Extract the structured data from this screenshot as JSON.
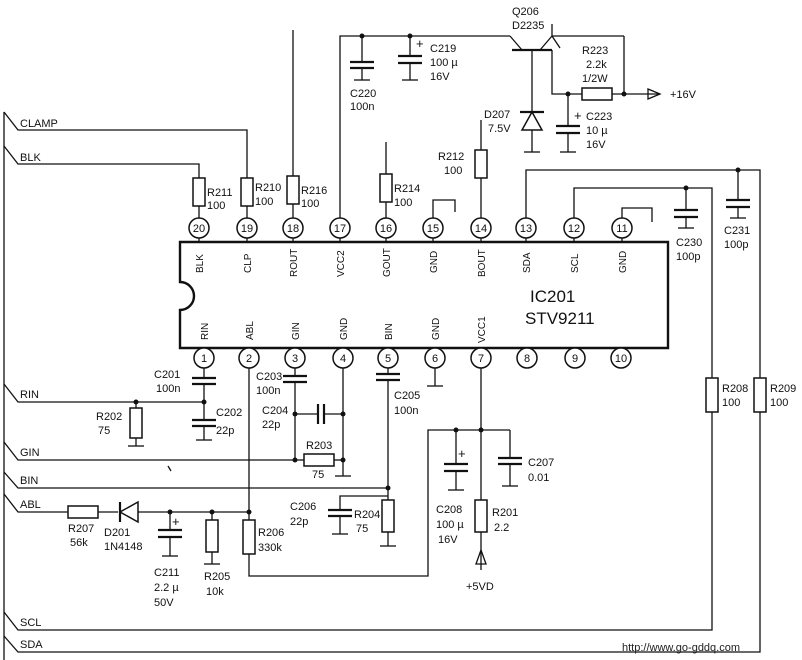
{
  "ic": {
    "ref": "IC201",
    "part": "STV9211",
    "pins_top": [
      {
        "num": "20",
        "name": "BLK"
      },
      {
        "num": "19",
        "name": "CLP"
      },
      {
        "num": "18",
        "name": "ROUT"
      },
      {
        "num": "17",
        "name": "VCC2"
      },
      {
        "num": "16",
        "name": "GOUT"
      },
      {
        "num": "15",
        "name": "GND"
      },
      {
        "num": "14",
        "name": "BOUT"
      },
      {
        "num": "13",
        "name": "SDA"
      },
      {
        "num": "12",
        "name": "SCL"
      },
      {
        "num": "11",
        "name": "GND"
      }
    ],
    "pins_bottom": [
      {
        "num": "1",
        "name": "RIN"
      },
      {
        "num": "2",
        "name": "ABL"
      },
      {
        "num": "3",
        "name": "GIN"
      },
      {
        "num": "4",
        "name": "GND"
      },
      {
        "num": "5",
        "name": "BIN"
      },
      {
        "num": "6",
        "name": "GND"
      },
      {
        "num": "7",
        "name": "VCC1"
      },
      {
        "num": "8",
        "name": ""
      },
      {
        "num": "9",
        "name": ""
      },
      {
        "num": "10",
        "name": ""
      }
    ]
  },
  "signals": {
    "clamp": "CLAMP",
    "blk": "BLK",
    "rin": "RIN",
    "gin": "GIN",
    "bin": "BIN",
    "abl": "ABL",
    "scl": "SCL",
    "sda": "SDA"
  },
  "supply": {
    "plus16": "+16V",
    "plus5": "+5VD"
  },
  "components": {
    "q206": {
      "ref": "Q206",
      "value": "D2235"
    },
    "c219": {
      "ref": "C219",
      "value": "100 µ",
      "extra": "16V"
    },
    "c220": {
      "ref": "C220",
      "value": "100n"
    },
    "r223": {
      "ref": "R223",
      "value": "2.2k",
      "extra": "1/2W"
    },
    "d207": {
      "ref": "D207",
      "value": "7.5V"
    },
    "c223": {
      "ref": "C223",
      "value": "10 µ",
      "extra": "16V"
    },
    "r212": {
      "ref": "R212",
      "value": "100"
    },
    "r211": {
      "ref": "R211",
      "value": "100"
    },
    "r210": {
      "ref": "R210",
      "value": "100"
    },
    "r216": {
      "ref": "R216",
      "value": "100"
    },
    "r214": {
      "ref": "R214",
      "value": "100"
    },
    "c230": {
      "ref": "C230",
      "value": "100p"
    },
    "c231": {
      "ref": "C231",
      "value": "100p"
    },
    "c201": {
      "ref": "C201",
      "value": "100n"
    },
    "r202": {
      "ref": "R202",
      "value": "75"
    },
    "c202": {
      "ref": "C202",
      "value": "22p"
    },
    "c203": {
      "ref": "C203",
      "value": "100n"
    },
    "c204": {
      "ref": "C204",
      "value": "22p"
    },
    "r203": {
      "ref": "R203",
      "value": "75"
    },
    "c205": {
      "ref": "C205",
      "value": "100n"
    },
    "c206": {
      "ref": "C206",
      "value": "22p"
    },
    "r204": {
      "ref": "R204",
      "value": "75"
    },
    "r207": {
      "ref": "R207",
      "value": "56k"
    },
    "d201": {
      "ref": "D201",
      "value": "1N4148"
    },
    "c211": {
      "ref": "C211",
      "value": "2.2 µ",
      "extra": "50V"
    },
    "r205": {
      "ref": "R205",
      "value": "10k"
    },
    "r206": {
      "ref": "R206",
      "value": "330k"
    },
    "c208": {
      "ref": "C208",
      "value": "100 µ",
      "extra": "16V"
    },
    "r201": {
      "ref": "R201",
      "value": "2.2"
    },
    "c207": {
      "ref": "C207",
      "value": "0.01"
    },
    "r208": {
      "ref": "R208",
      "value": "100"
    },
    "r209": {
      "ref": "R209",
      "value": "100"
    }
  },
  "watermark": "http://www.go-gddq.com"
}
